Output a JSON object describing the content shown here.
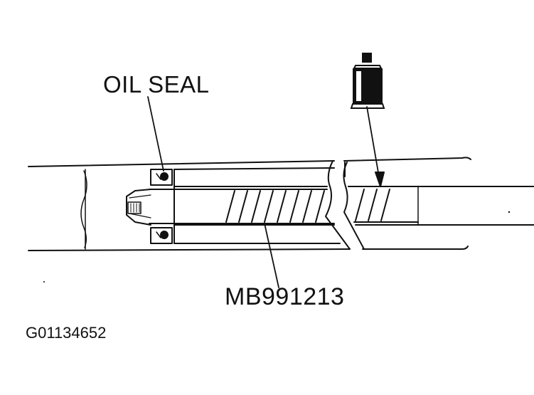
{
  "labels": {
    "oil_seal": "OIL SEAL",
    "tool_number": "MB991213",
    "figure_id": "G01134652"
  },
  "icons": {
    "oil_can": "oil-can-icon"
  },
  "colors": {
    "line": "#111111",
    "background": "#ffffff"
  }
}
